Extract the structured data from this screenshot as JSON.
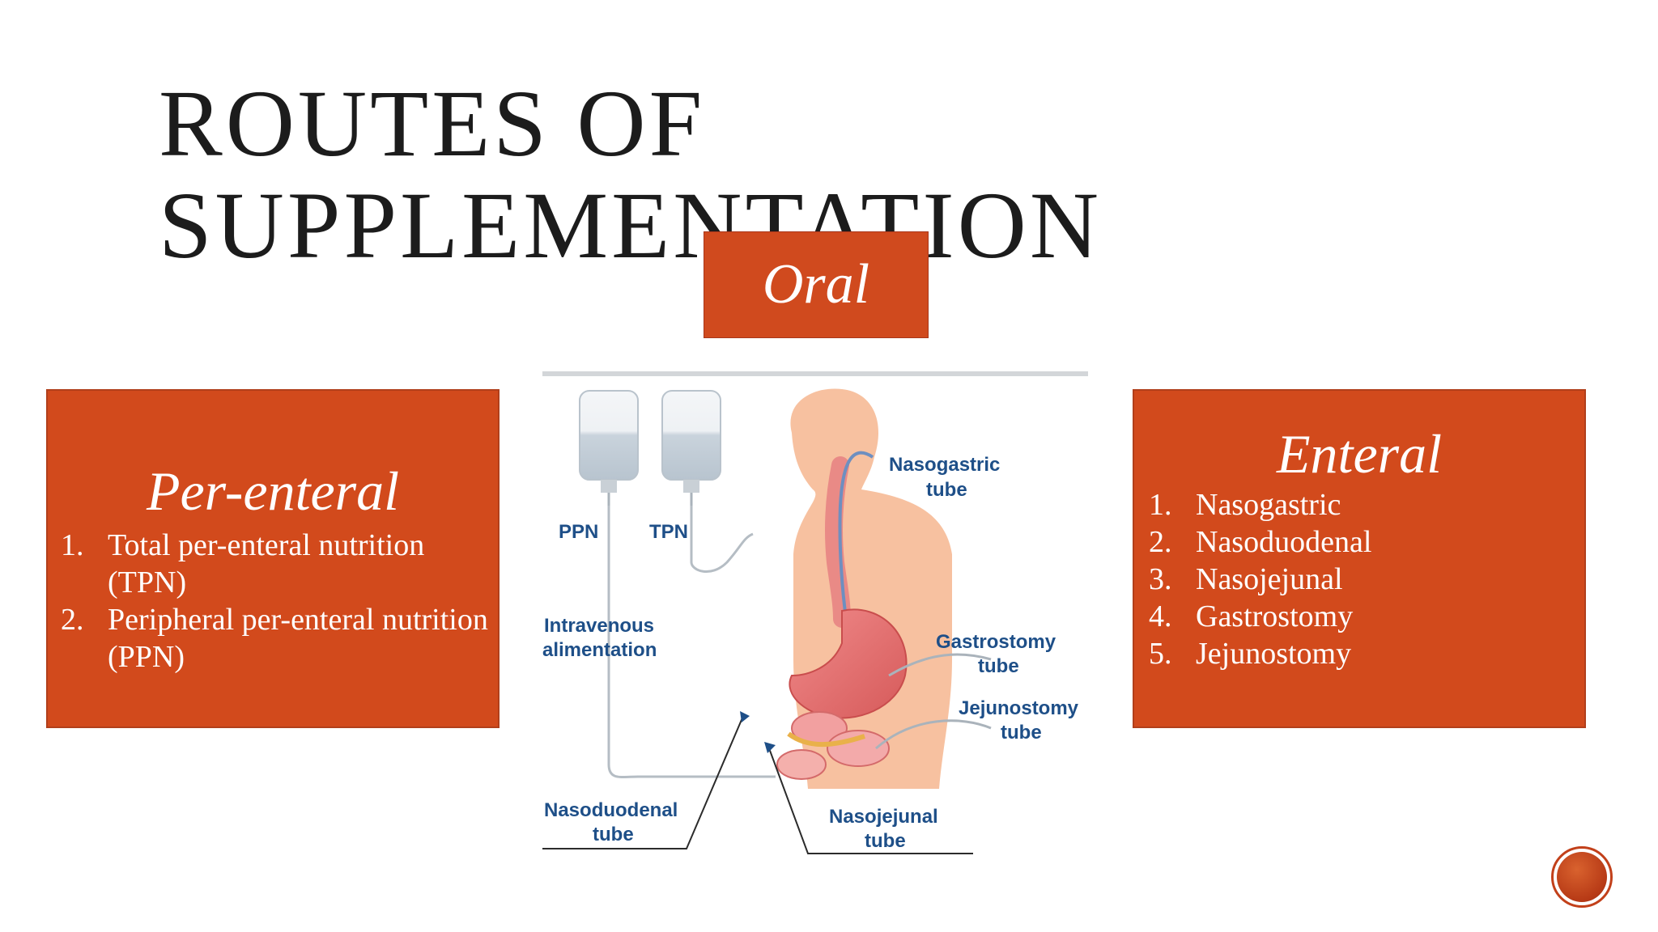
{
  "slide": {
    "title_line1": "ROUTES OF",
    "title_line2": "SUPPLEMENTATION",
    "oral_label": "Oral",
    "accent_color": "#d24a1c"
  },
  "left_card": {
    "heading": "Per-enteral",
    "items": [
      {
        "num": "1.",
        "text": "Total per-enteral nutrition (TPN)"
      },
      {
        "num": "2.",
        "text": "Peripheral per-enteral nutrition (PPN)"
      }
    ]
  },
  "right_card": {
    "heading": "Enteral",
    "items": [
      {
        "num": "1.",
        "text": "Nasogastric"
      },
      {
        "num": "2.",
        "text": "Nasoduodenal"
      },
      {
        "num": "3.",
        "text": "Nasojejunal"
      },
      {
        "num": "4.",
        "text": "Gastrostomy"
      },
      {
        "num": "5.",
        "text": "Jejunostomy"
      }
    ]
  },
  "diagram": {
    "label_ppn": "PPN",
    "label_tpn": "TPN",
    "label_nasogastric_1": "Nasogastric",
    "label_nasogastric_2": "tube",
    "label_iv_1": "Intravenous",
    "label_iv_2": "alimentation",
    "label_gastrostomy_1": "Gastrostomy",
    "label_gastrostomy_2": "tube",
    "label_jejunostomy_1": "Jejunostomy",
    "label_jejunostomy_2": "tube",
    "label_nasoduodenal_1": "Nasoduodenal",
    "label_nasoduodenal_2": "tube",
    "label_nasojejunal_1": "Nasojejunal",
    "label_nasojejunal_2": "tube"
  },
  "icons": {
    "nav": "circle-nav-icon"
  }
}
